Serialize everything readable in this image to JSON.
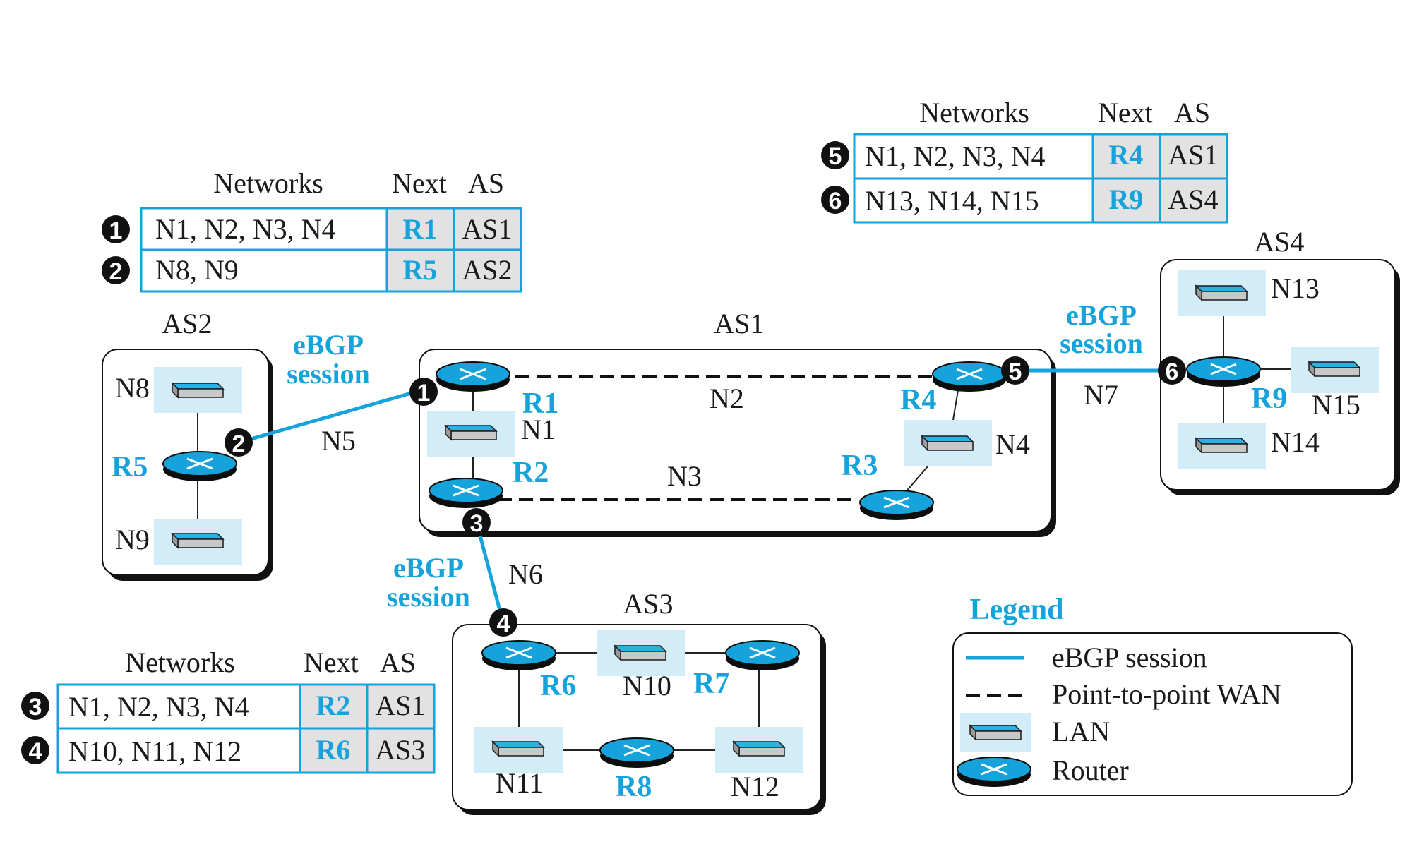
{
  "colors": {
    "accent": "#16a3dc",
    "lan_fill": "#d3edf8",
    "cell_gray": "#e2e2e2",
    "ink": "#1a1a1a"
  },
  "headers": {
    "networks": "Networks",
    "next": "Next",
    "as": "AS"
  },
  "tables": {
    "t12": {
      "rows": [
        {
          "marker": "1",
          "networks": "N1, N2, N3, N4",
          "next": "R1",
          "as": "AS1"
        },
        {
          "marker": "2",
          "networks": "N8, N9",
          "next": "R5",
          "as": "AS2"
        }
      ]
    },
    "t56": {
      "rows": [
        {
          "marker": "5",
          "networks": "N1, N2, N3, N4",
          "next": "R4",
          "as": "AS1"
        },
        {
          "marker": "6",
          "networks": "N13, N14, N15",
          "next": "R9",
          "as": "AS4"
        }
      ]
    },
    "t34": {
      "rows": [
        {
          "marker": "3",
          "networks": "N1, N2, N3, N4",
          "next": "R2",
          "as": "AS1"
        },
        {
          "marker": "4",
          "networks": "N10, N11, N12",
          "next": "R6",
          "as": "AS3"
        }
      ]
    }
  },
  "as_names": {
    "as1": "AS1",
    "as2": "AS2",
    "as3": "AS3",
    "as4": "AS4"
  },
  "routers": {
    "r1": "R1",
    "r2": "R2",
    "r3": "R3",
    "r4": "R4",
    "r5": "R5",
    "r6": "R6",
    "r7": "R7",
    "r8": "R8",
    "r9": "R9"
  },
  "networks": {
    "n1": "N1",
    "n2": "N2",
    "n3": "N3",
    "n4": "N4",
    "n5": "N5",
    "n6": "N6",
    "n7": "N7",
    "n8": "N8",
    "n9": "N9",
    "n10": "N10",
    "n11": "N11",
    "n12": "N12",
    "n13": "N13",
    "n14": "N14",
    "n15": "N15"
  },
  "session": {
    "line1": "eBGP",
    "line2": "session"
  },
  "markers": {
    "m1": "1",
    "m2": "2",
    "m3": "3",
    "m4": "4",
    "m5": "5",
    "m6": "6"
  },
  "legend": {
    "title": "Legend",
    "ebgp": "eBGP session",
    "wan": "Point-to-point WAN",
    "lan": "LAN",
    "router": "Router"
  }
}
